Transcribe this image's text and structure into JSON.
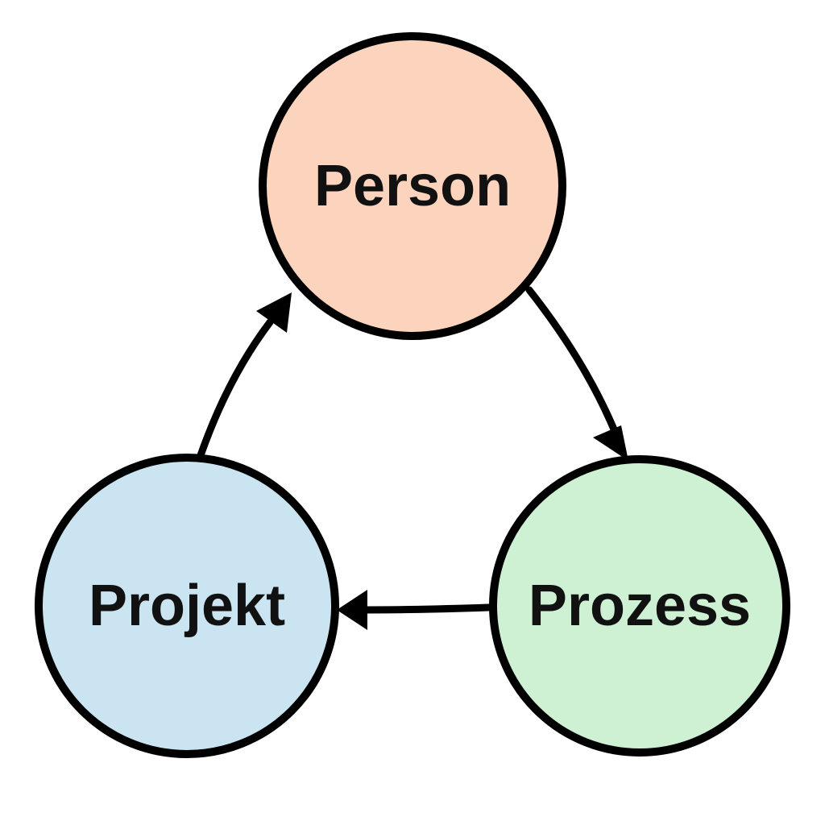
{
  "nodes": {
    "person": {
      "label": "Person",
      "fill": "#FCD3BC"
    },
    "prozess": {
      "label": "Prozess",
      "fill": "#CFF1D3"
    },
    "projekt": {
      "label": "Projekt",
      "fill": "#CAE4F2"
    }
  },
  "colors": {
    "stroke": "#000000",
    "text": "#111111",
    "background": "#FFFFFF"
  },
  "edges": [
    {
      "from": "person",
      "to": "prozess"
    },
    {
      "from": "prozess",
      "to": "projekt"
    },
    {
      "from": "projekt",
      "to": "person"
    }
  ]
}
